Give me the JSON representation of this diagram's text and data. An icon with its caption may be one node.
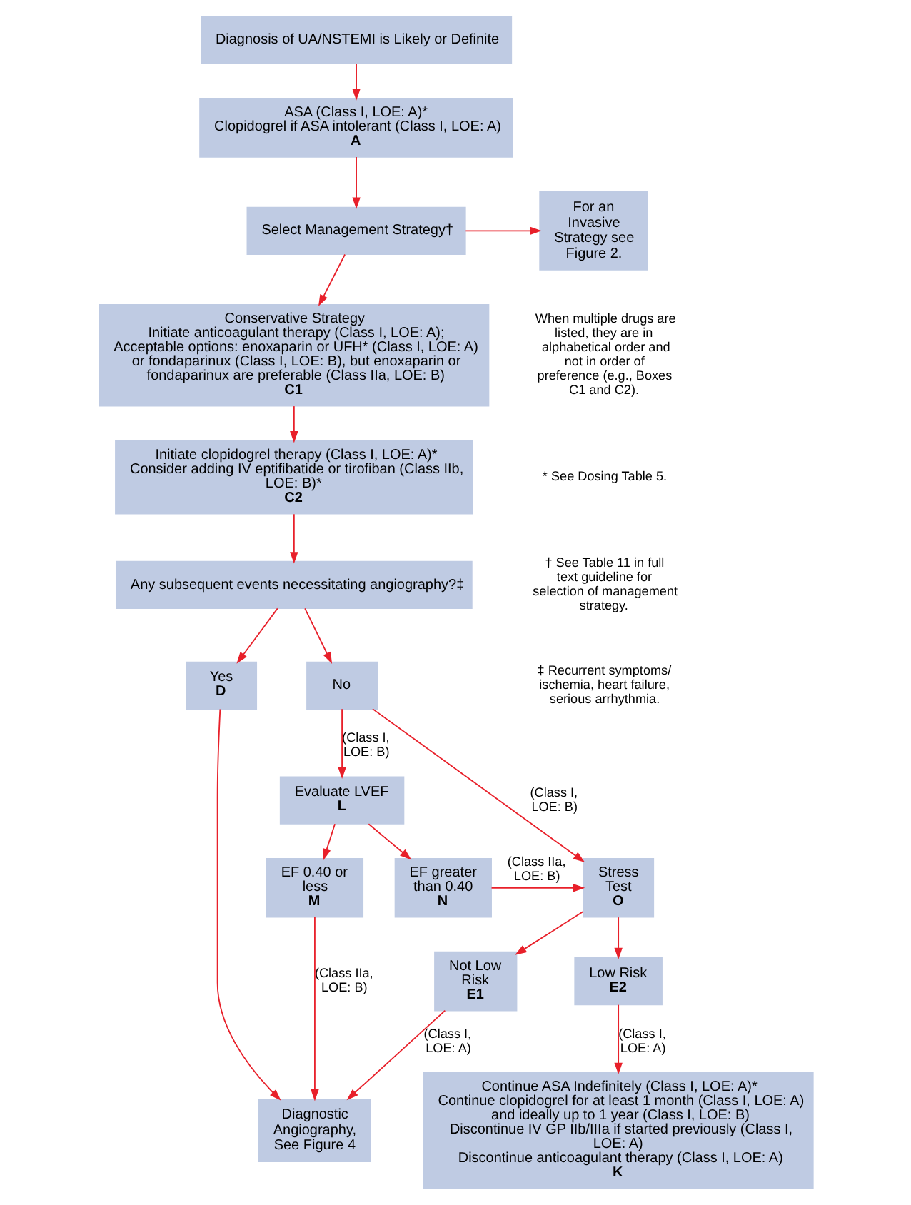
{
  "diagram": {
    "nodes": [
      {
        "text": [
          "Diagnosis of UA/NSTEMI is Likely or Definite"
        ]
      },
      {
        "text": [
          "ASA (Class I, LOE: A)*",
          "Clopidogrel if ASA intolerant (Class I, LOE: A)",
          "A"
        ]
      },
      {
        "text": [
          "Select Management Strategy†"
        ]
      },
      {
        "text": [
          "For an Invasive Strategy see Figure 2."
        ]
      },
      {
        "text": [
          "Conservative Strategy",
          "Initiate anticoagulant therapy (Class I, LOE: A); Acceptable options: enoxaparin or UFH* (Class I, LOE: A) or fondaparinux (Class I, LOE: B), but enoxaparin or fondaparinux are preferable (Class IIa, LOE: B)",
          "C1"
        ]
      },
      {
        "text": [
          "Initiate clopidogrel therapy (Class I, LOE: A)*",
          "Consider adding IV eptifibatide or tirofiban (Class IIb, LOE: B)*",
          "C2"
        ]
      },
      {
        "text": [
          "Any subsequent events necessitating angiography?‡"
        ]
      },
      {
        "text": [
          "Yes",
          "D"
        ]
      },
      {
        "text": [
          "No"
        ]
      },
      {
        "text": [
          "Evaluate LVEF",
          "L"
        ]
      },
      {
        "text": [
          "EF 0.40 or less",
          "M"
        ]
      },
      {
        "text": [
          "EF greater than 0.40",
          "N"
        ]
      },
      {
        "text": [
          "Stress Test",
          "O"
        ]
      },
      {
        "text": [
          "Not Low Risk",
          "E1"
        ]
      },
      {
        "text": [
          "Low Risk",
          "E2"
        ]
      },
      {
        "text": [
          "Diagnostic Angiography, See Figure 4"
        ]
      },
      {
        "text": [
          "Continue ASA Indefinitely (Class I, LOE: A)*",
          "Continue clopidogrel for at least 1 month (Class I, LOE: A) and ideally up to 1 year (Class I, LOE: B)",
          "Discontinue IV GP IIb/IIIa if started previously (Class I, LOE: A)",
          "Discontinue anticoagulant therapy (Class I, LOE: A)",
          "K"
        ]
      }
    ],
    "edges": [
      {
        "from": 0,
        "to": 1,
        "arrow": "to"
      },
      {
        "from": 1,
        "to": 2,
        "arrow": "to"
      },
      {
        "from": 2,
        "to": 3,
        "arrow": "to"
      },
      {
        "from": 2,
        "to": 4,
        "arrow": "to"
      },
      {
        "from": 4,
        "to": 5,
        "arrow": "to"
      },
      {
        "from": 5,
        "to": 6,
        "arrow": "to"
      },
      {
        "from": 6,
        "to": 7,
        "arrow": "to"
      },
      {
        "from": 6,
        "to": 8,
        "arrow": "to"
      },
      {
        "from": 8,
        "to": 9,
        "arrow": "to",
        "label": "(Class I, LOE: B)"
      },
      {
        "from": 8,
        "to": 12,
        "arrow": "to",
        "label": "(Class I, LOE: B)"
      },
      {
        "from": 9,
        "to": 10,
        "arrow": "to"
      },
      {
        "from": 9,
        "to": 11,
        "arrow": "to"
      },
      {
        "from": 10,
        "to": 15,
        "arrow": "to",
        "label": "(Class IIa, LOE: B)"
      },
      {
        "from": 11,
        "to": 12,
        "arrow": "to",
        "label": "(Class IIa, LOE: B)"
      },
      {
        "from": 12,
        "to": 13,
        "arrow": "to"
      },
      {
        "from": 12,
        "to": 14,
        "arrow": "to"
      },
      {
        "from": 7,
        "to": 15,
        "arrow": "to"
      },
      {
        "from": 13,
        "to": 15,
        "arrow": "to",
        "label": "(Class I, LOE: A)"
      },
      {
        "from": 14,
        "to": 16,
        "arrow": "to",
        "label": "(Class I, LOE: A)"
      }
    ],
    "labels": [
      "When multiple drugs are listed, they are in alphabetical order and not in order of preference (e.g., Boxes C1 and C2).",
      "* See Dosing Table 5.",
      "† See Table 11 in full text guideline for selection of management strategy.",
      "‡ Recurrent symptoms/ ischemia, heart failure, serious arrhythmia."
    ]
  }
}
